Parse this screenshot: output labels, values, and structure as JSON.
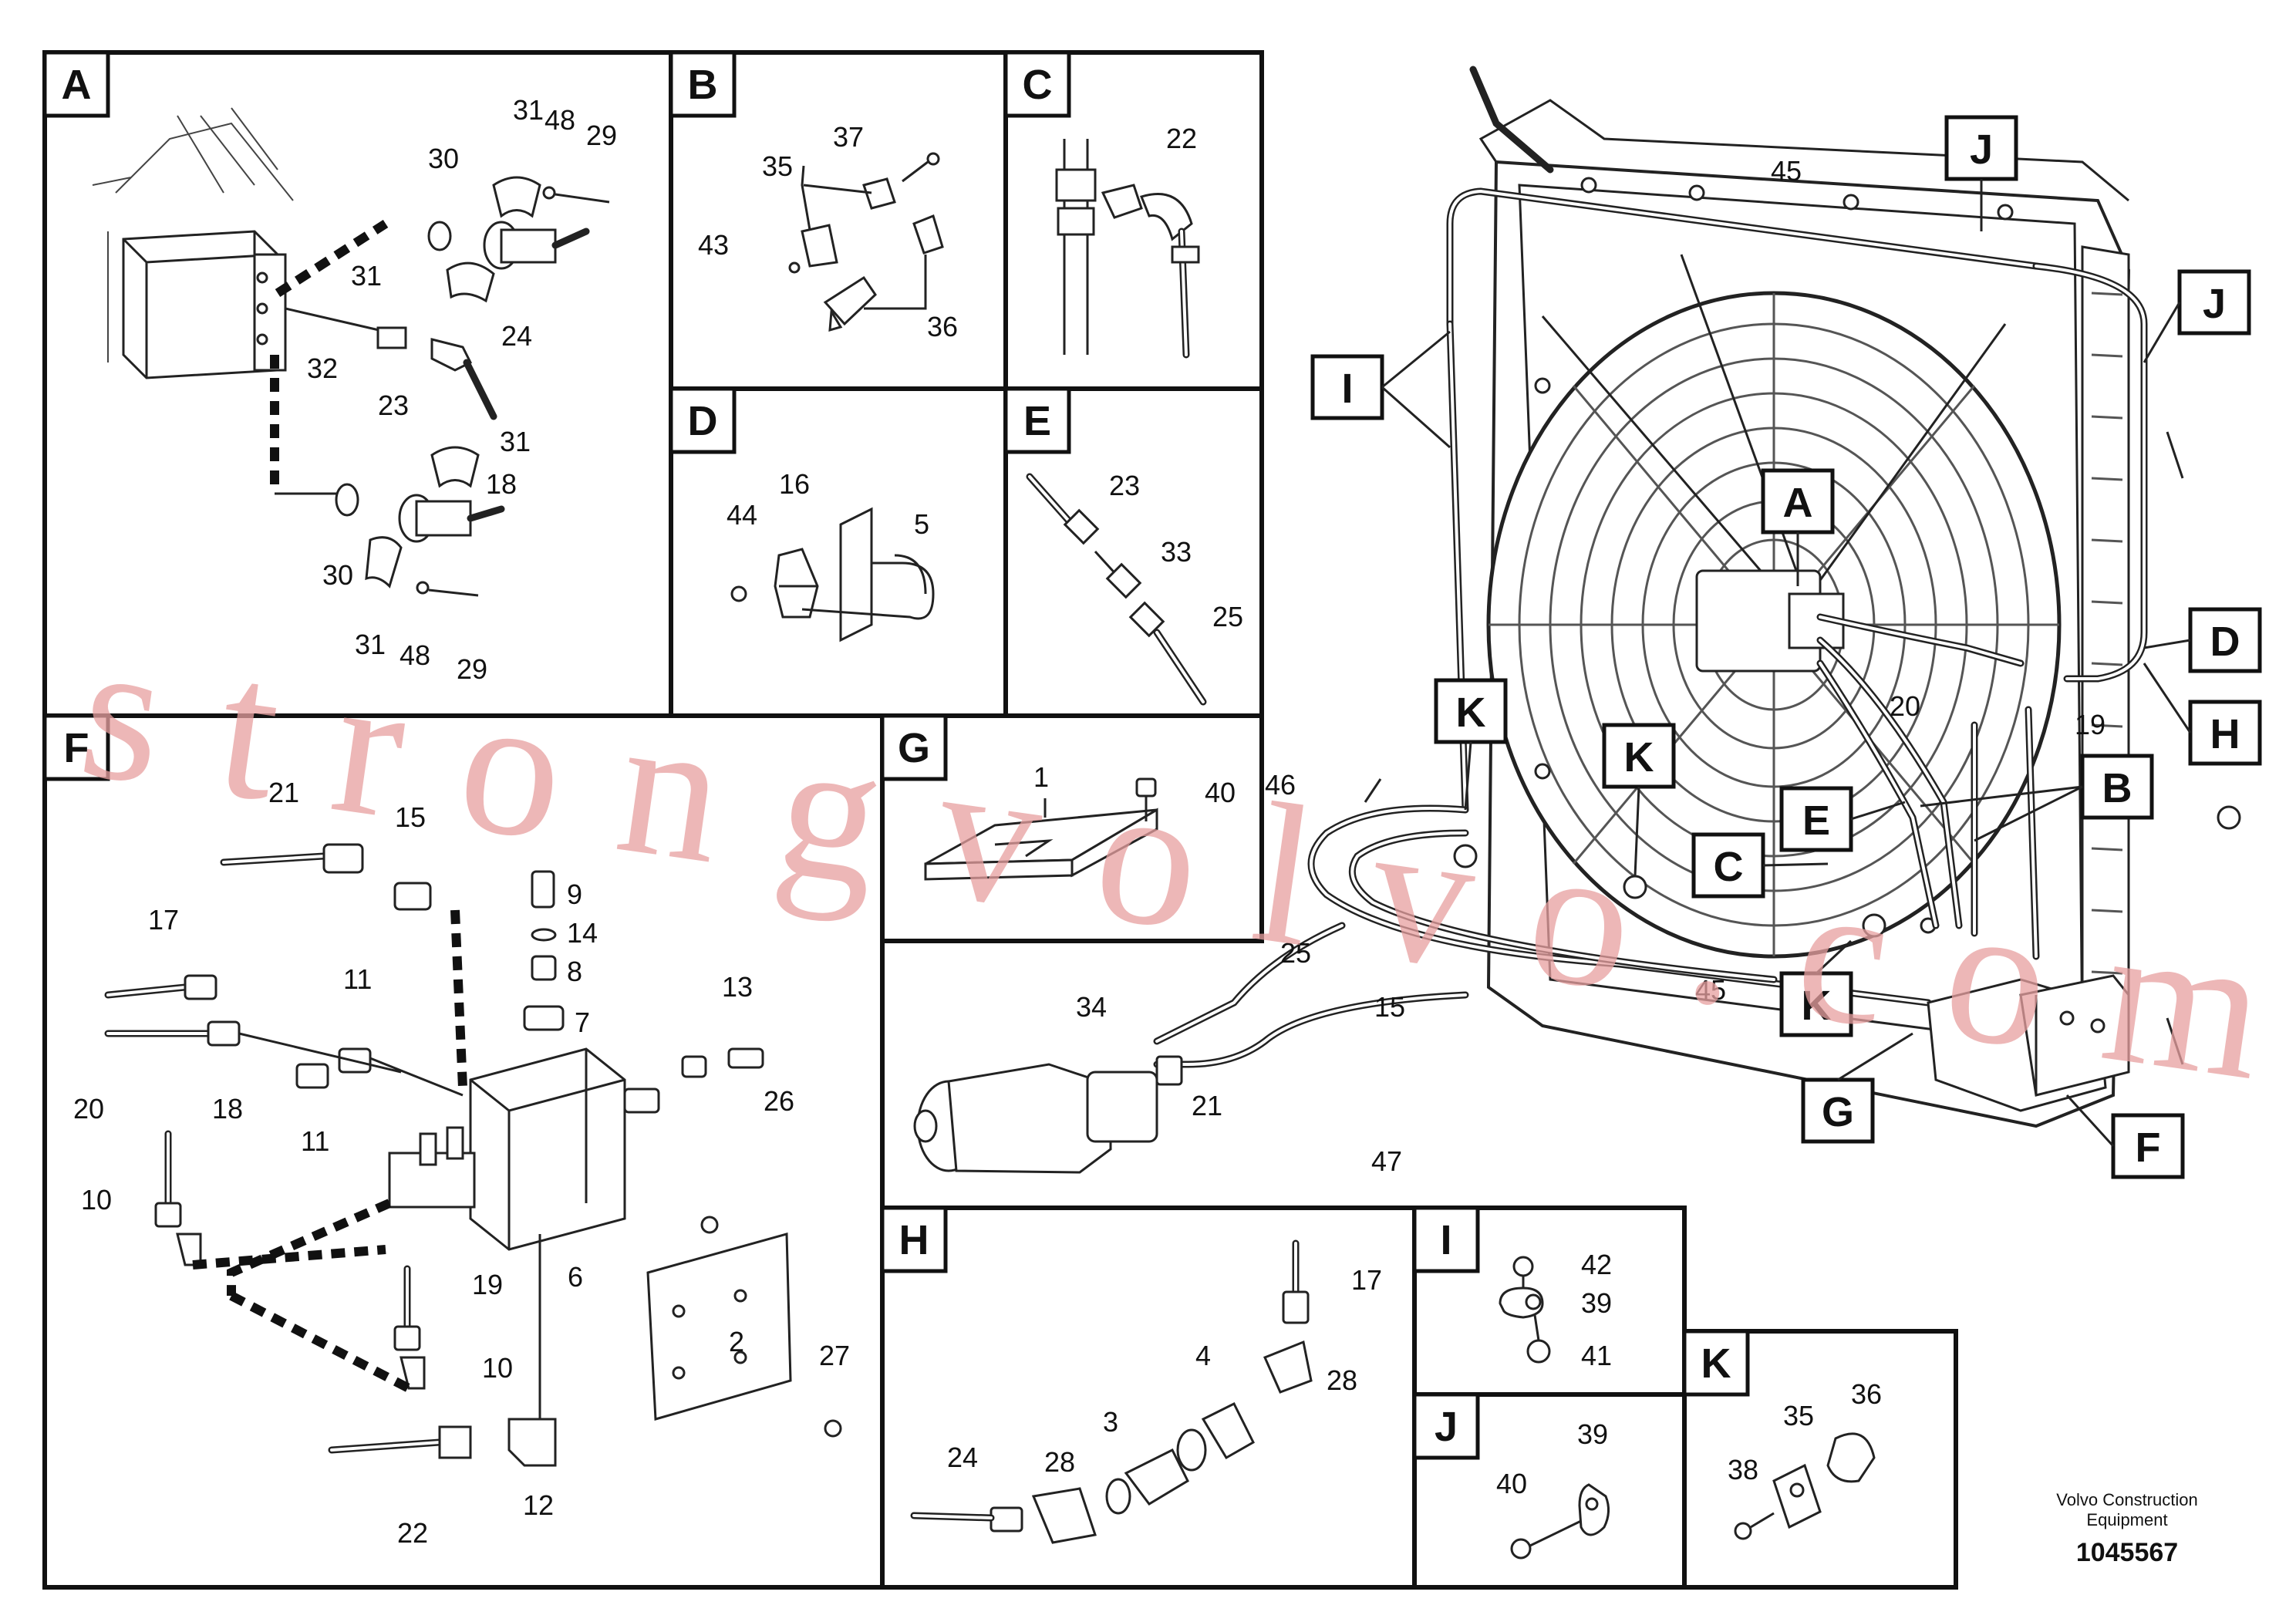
{
  "panels": {
    "A": "A",
    "B": "B",
    "C": "C",
    "D": "D",
    "E": "E",
    "F": "F",
    "G": "G",
    "H": "H",
    "I": "I",
    "J": "J",
    "K": "K"
  },
  "callouts": {
    "A": "A",
    "B": "B",
    "C": "C",
    "D": "D",
    "E": "E",
    "F": "F",
    "G": "G",
    "H": "H",
    "I": "I",
    "J1": "J",
    "J2": "J",
    "K1": "K",
    "K2": "K",
    "K3": "K"
  },
  "part_numbers": {
    "a_31_top": "31",
    "a_48_top": "48",
    "a_29_top": "29",
    "a_30_top": "30",
    "a_31_mid": "31",
    "a_24": "24",
    "a_32": "32",
    "a_23": "23",
    "a_31_low": "31",
    "a_18": "18",
    "a_30_low": "30",
    "a_31_bot": "31",
    "a_48_bot": "48",
    "a_29_bot": "29",
    "b_37": "37",
    "b_35": "35",
    "b_43": "43",
    "b_36": "36",
    "c_22": "22",
    "d_44": "44",
    "d_16": "16",
    "d_5": "5",
    "e_23": "23",
    "e_33": "33",
    "e_25": "25",
    "f_21": "21",
    "f_15": "15",
    "f_17": "17",
    "f_9": "9",
    "f_14": "14",
    "f_8": "8",
    "f_11_a": "11",
    "f_13": "13",
    "f_7": "7",
    "f_18": "18",
    "f_11_b": "11",
    "f_20": "20",
    "f_26": "26",
    "f_10_a": "10",
    "f_6": "6",
    "f_19": "19",
    "f_2": "2",
    "f_27": "27",
    "f_10_b": "10",
    "f_12": "12",
    "f_22": "22",
    "g_1": "1",
    "g_40": "40",
    "h_17": "17",
    "h_4": "4",
    "h_28_a": "28",
    "h_3": "3",
    "h_24": "24",
    "h_28_b": "28",
    "i_42": "42",
    "i_39": "39",
    "i_41": "41",
    "j_39": "39",
    "j_40": "40",
    "k_35": "35",
    "k_36": "36",
    "k_38": "38",
    "m_45_top": "45",
    "m_20": "20",
    "m_19": "19",
    "m_46": "46",
    "m_25": "25",
    "m_15": "15",
    "m_34": "34",
    "m_21": "21",
    "m_47": "47",
    "m_45_bot": "45"
  },
  "footer": {
    "maker_line1": "Volvo Construction",
    "maker_line2": "Equipment",
    "drawing_no": "1045567"
  },
  "watermark": "strongvolvo.com"
}
